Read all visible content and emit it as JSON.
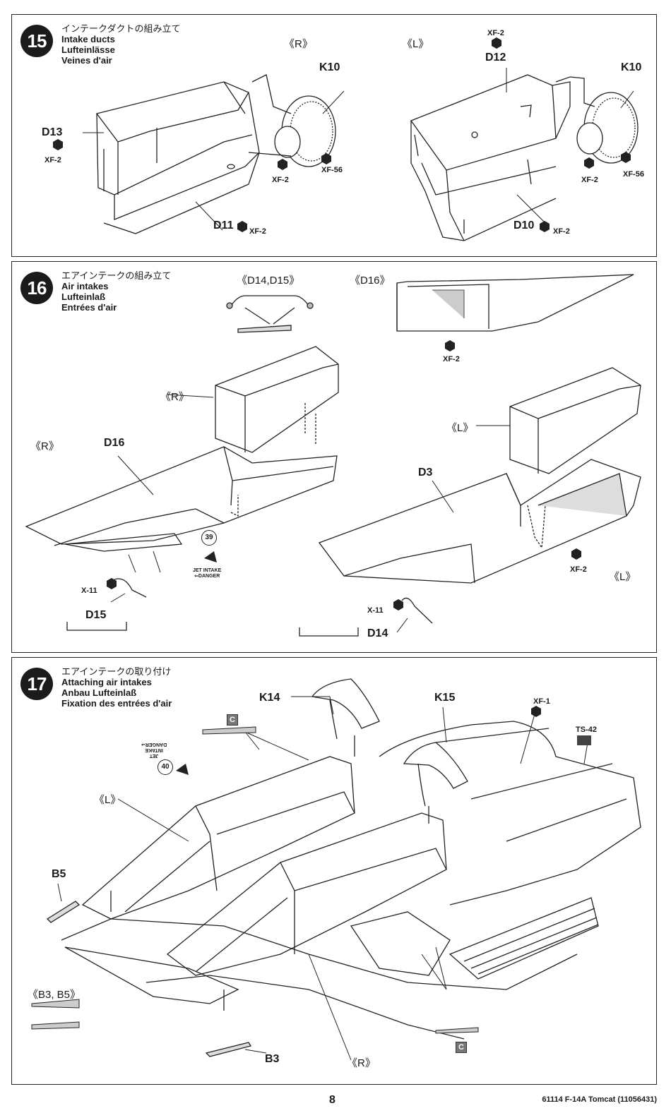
{
  "steps": [
    {
      "number": "15",
      "titles": {
        "jp": "インテークダクトの組み立て",
        "en": "Intake ducts",
        "de": "Lufteinlässe",
        "fr": "Veines d'air"
      },
      "side_labels": {
        "r": "《R》",
        "l": "《L》"
      },
      "parts": {
        "d13": "D13",
        "d11": "D11",
        "d12": "D12",
        "d10": "D10",
        "k10": "K10"
      },
      "paints": {
        "xf2": "XF-2",
        "xf56": "XF-56"
      }
    },
    {
      "number": "16",
      "titles": {
        "jp": "エアインテークの組み立て",
        "en": "Air intakes",
        "de": "Lufteinlaß",
        "fr": "Entrées d'air"
      },
      "detail_labels": {
        "d14_d15": "《D14,D15》",
        "d16": "《D16》"
      },
      "side_labels": {
        "r": "《R》",
        "l": "《L》"
      },
      "parts": {
        "d16": "D16",
        "d3": "D3",
        "d15": "D15",
        "d14": "D14"
      },
      "paints": {
        "xf2": "XF-2",
        "x11": "X-11"
      },
      "decal": {
        "number": "39",
        "text": "JET INTAKE\n⇐DANGER"
      }
    },
    {
      "number": "17",
      "titles": {
        "jp": "エアインテークの取り付け",
        "en": "Attaching air intakes",
        "de": "Anbau Lufteinlaß",
        "fr": "Fixation des entrées d'air"
      },
      "side_labels": {
        "l": "《L》",
        "r": "《R》"
      },
      "detail_labels": {
        "b3_b5": "《B3, B5》"
      },
      "parts": {
        "k14": "K14",
        "k15": "K15",
        "b5": "B5",
        "b3": "B3"
      },
      "paints": {
        "xf1": "XF-1",
        "ts42": "TS-42"
      },
      "cement_tag": "C",
      "decal": {
        "number": "40",
        "text": "JET\nINTAKE\nDANGER⇒"
      }
    }
  ],
  "footer": {
    "page": "8",
    "code": "61114 F-14A Tomcat (11056431)"
  }
}
